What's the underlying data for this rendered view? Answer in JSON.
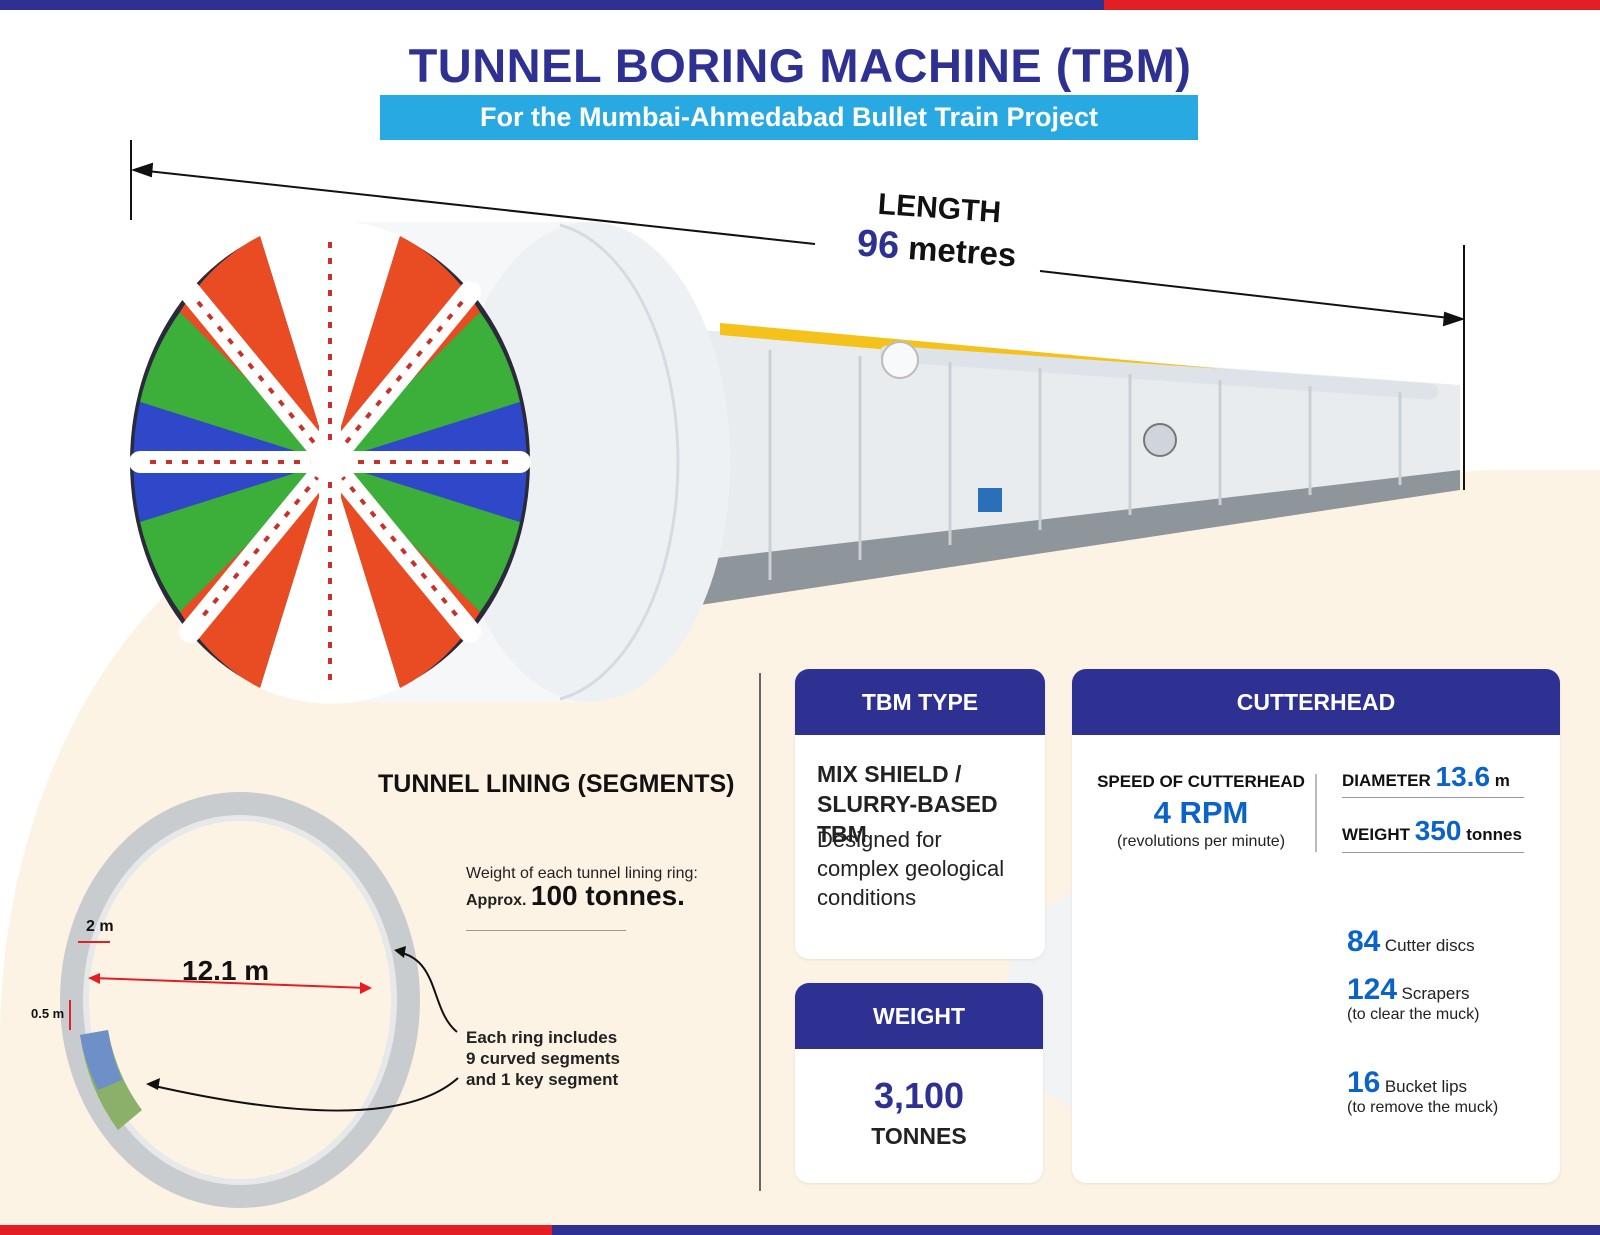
{
  "header": {
    "title": "TUNNEL BORING MACHINE (TBM)",
    "subtitle": "For the Mumbai-Ahmedabad Bullet Train Project"
  },
  "length": {
    "label": "LENGTH",
    "value": "96",
    "unit": "metres"
  },
  "tbm_type": {
    "heading": "TBM TYPE",
    "line1": "MIX SHIELD /",
    "line2": "SLURRY-BASED TBM",
    "desc1": "Designed for",
    "desc2": "complex geological",
    "desc3": "conditions"
  },
  "weight_card": {
    "heading": "WEIGHT",
    "value": "3,100",
    "unit": "TONNES"
  },
  "cutterhead": {
    "heading": "CUTTERHEAD",
    "speed_label": "SPEED OF CUTTERHEAD",
    "speed_value": "4 RPM",
    "speed_sub": "(revolutions per minute)",
    "diameter_label": "DIAMETER",
    "diameter_value": "13.6",
    "diameter_unit": "m",
    "weight_label": "WEIGHT",
    "weight_value": "350",
    "weight_unit": "tonnes",
    "cutters_value": "84",
    "cutters_label": "Cutter discs",
    "scrapers_value": "124",
    "scrapers_label": "Scrapers",
    "scrapers_sub": "(to clear the muck)",
    "bucket_value": "16",
    "bucket_label": "Bucket lips",
    "bucket_sub": "(to remove the muck)"
  },
  "lining": {
    "title": "TUNNEL LINING (SEGMENTS)",
    "weight_text": "Weight of each tunnel lining ring:",
    "approx": "Approx.",
    "weight_value": "100 tonnes.",
    "segments1": "Each ring includes",
    "segments2": "9 curved segments",
    "segments3": "and 1 key segment",
    "dim_width": "2 m",
    "dim_diameter": "12.1 m",
    "dim_thickness": "0.5 m"
  },
  "colors": {
    "navy": "#2e3192",
    "red": "#e31e24",
    "sky": "#29a9e1",
    "accent_blue": "#0a63c9",
    "cream": "#fcf3e4"
  }
}
